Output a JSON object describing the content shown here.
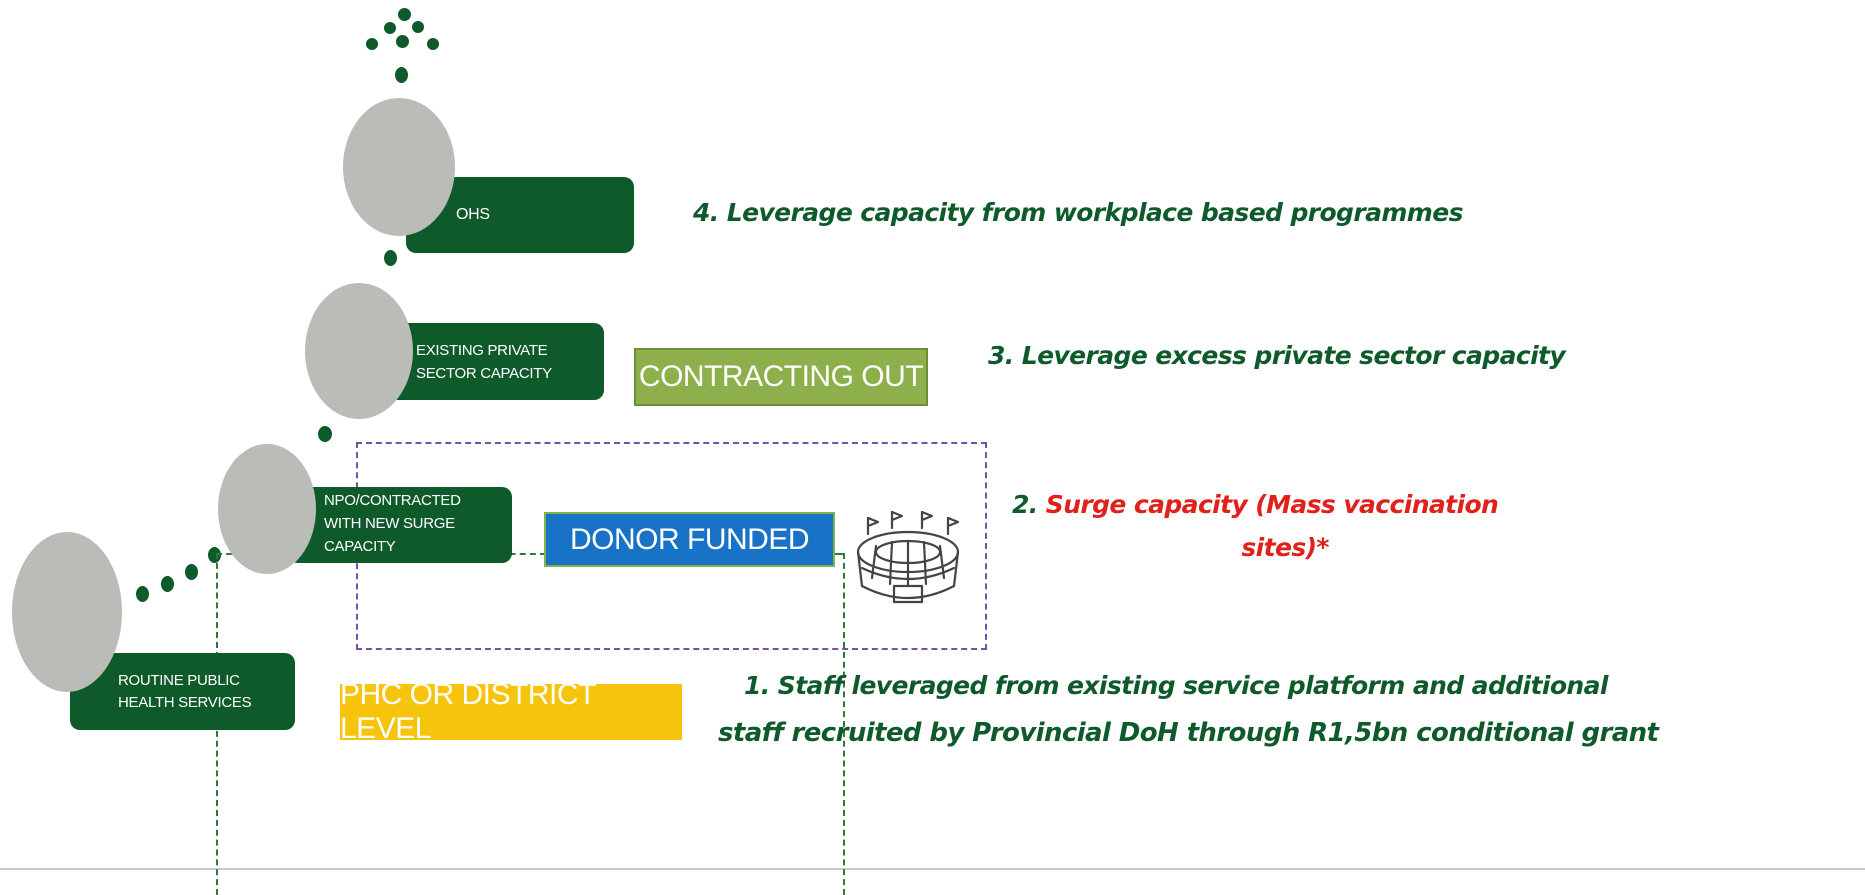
{
  "tiers": {
    "routine": "ROUTINE PUBLIC HEALTH SERVICES",
    "npo_line1": "NPO/CONTRACTED",
    "npo_line2": "WITH NEW SURGE",
    "npo_line3": "CAPACITY",
    "private_line1": "EXISTING PRIVATE",
    "private_line2": "SECTOR CAPACITY",
    "ohs": "OHS"
  },
  "tags": {
    "phc": "PHC OR DISTRICT LEVEL",
    "donor": "DONOR FUNDED",
    "contracting": "CONTRACTING OUT"
  },
  "descriptions": {
    "d4": "4. Leverage capacity from workplace based programmes",
    "d3": "3. Leverage excess private sector capacity",
    "d2_prefix": "2. ",
    "d2_red_line1": "Surge capacity (Mass vaccination",
    "d2_red_line2": "sites)*",
    "d1_line1": "1. Staff leveraged from existing service platform and additional",
    "d1_line2": "staff recruited by Provincial DoH through R1,5bn conditional grant"
  },
  "colors": {
    "dark_green": "#0f5a2b",
    "light_green": "#8db04c",
    "blue": "#1873c6",
    "yellow": "#f6c40c",
    "grey_circle": "#b9bcb7",
    "red_text": "#e0201b"
  }
}
